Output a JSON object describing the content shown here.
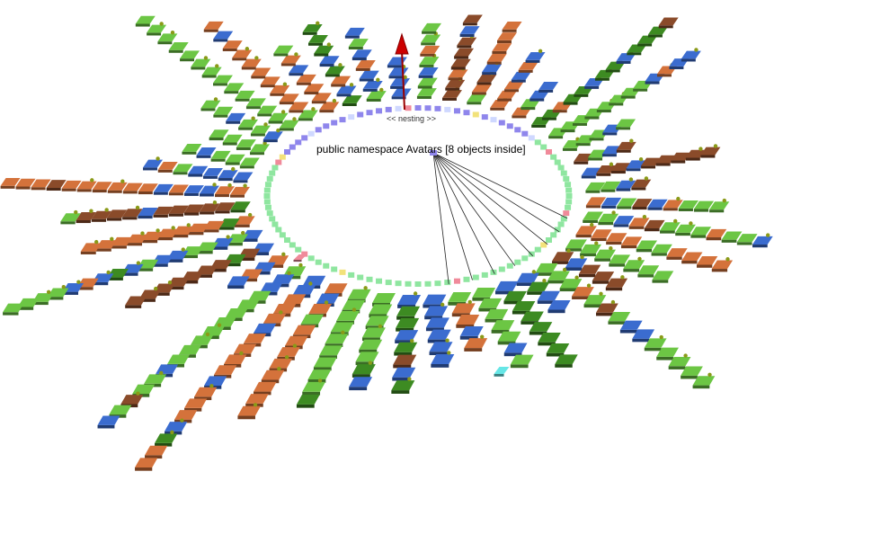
{
  "view": {
    "nesting_label": "<< nesting >>",
    "selected_label": "public namespace Avatars [8 objects inside]"
  },
  "legend_colors": {
    "class": "#6cc644",
    "class_dark": "#3d8b22",
    "interface": "#3b6ccf",
    "enum": "#d4723b",
    "struct": "#8a4b2a",
    "selected_namespace": "#8f86ec",
    "highlight": "#f08a9a",
    "marker": "#cc0000",
    "member_dot": "#8a9a18",
    "cyan_item": "#66e6e6"
  },
  "scene": {
    "namespace_ring_count": 96,
    "child_links": 8
  }
}
